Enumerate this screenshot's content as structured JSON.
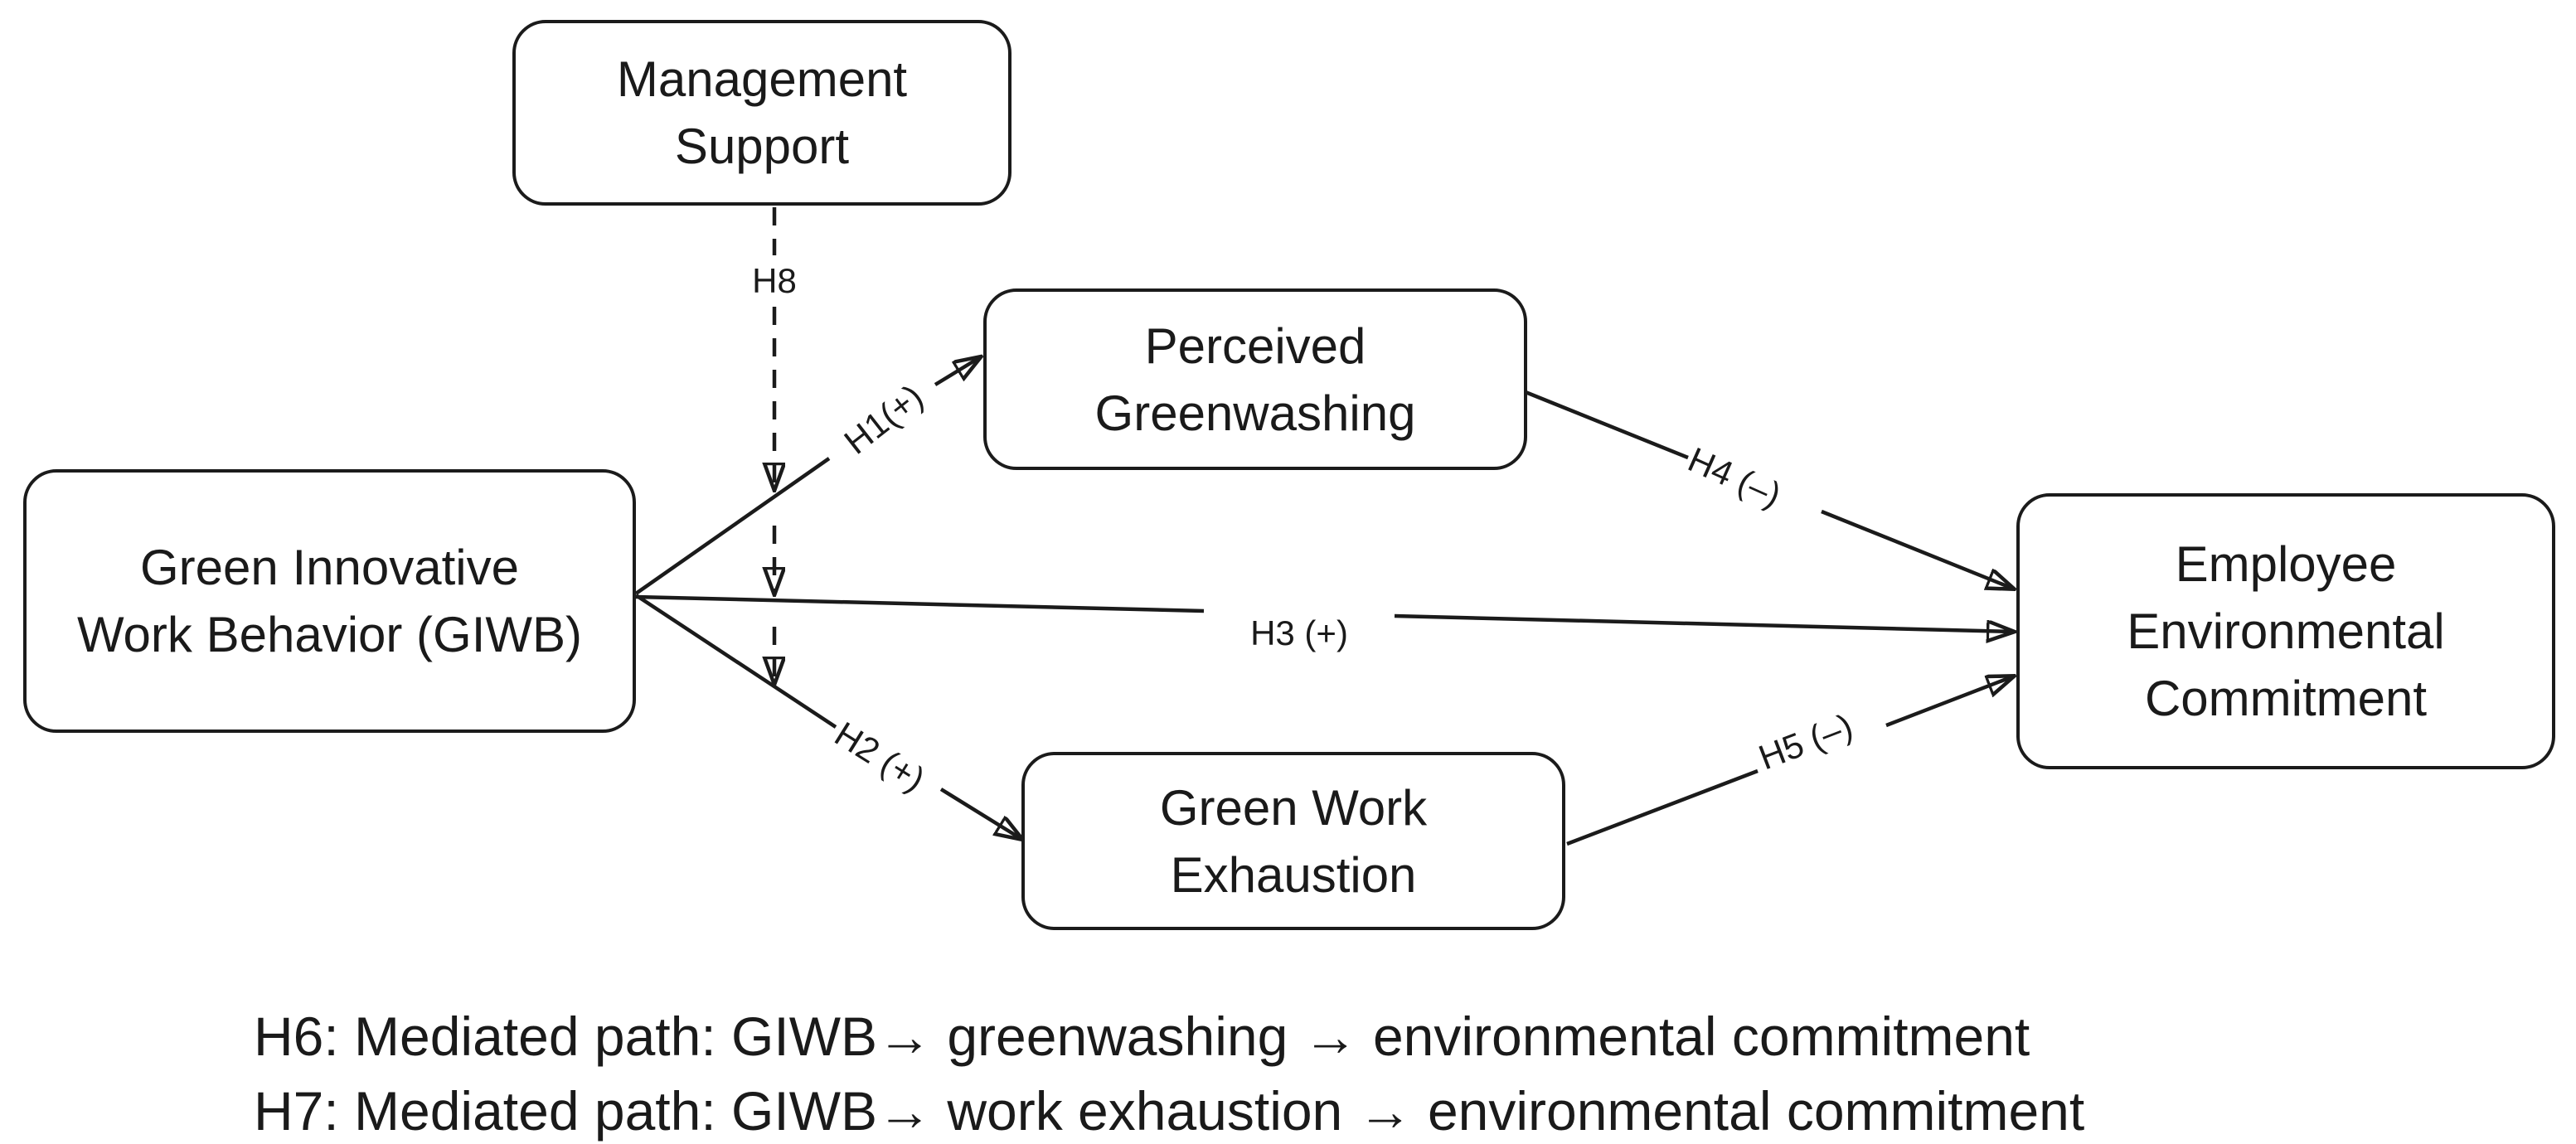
{
  "figure": {
    "background_color": "#ffffff",
    "line_color": "#1b1b1b",
    "text_color": "#1a1a1a"
  },
  "nodes": {
    "management_support": {
      "lines": [
        "Management",
        "Support"
      ]
    },
    "perceived_greenwashing": {
      "lines": [
        "Perceived",
        "Greenwashing"
      ]
    },
    "giwb": {
      "lines": [
        "Green Innovative",
        "Work Behavior (GIWB)"
      ]
    },
    "green_work_exhaustion": {
      "lines": [
        "Green Work",
        "Exhaustion"
      ]
    },
    "employee_environmental_commitment": {
      "lines": [
        "Employee",
        "Environmental",
        "Commitment"
      ]
    }
  },
  "path_labels": {
    "h1": "H1(+)",
    "h2": "H2 (+)",
    "h3": "H3 (+)",
    "h4": "H4 (–)",
    "h5": "H5 (–)",
    "h8": "H8"
  },
  "notes": {
    "h6": "H6: Mediated path: GIWB→ greenwashing → environmental commitment",
    "h7": "H7: Mediated path: GIWB→ work exhaustion → environmental commitment"
  }
}
